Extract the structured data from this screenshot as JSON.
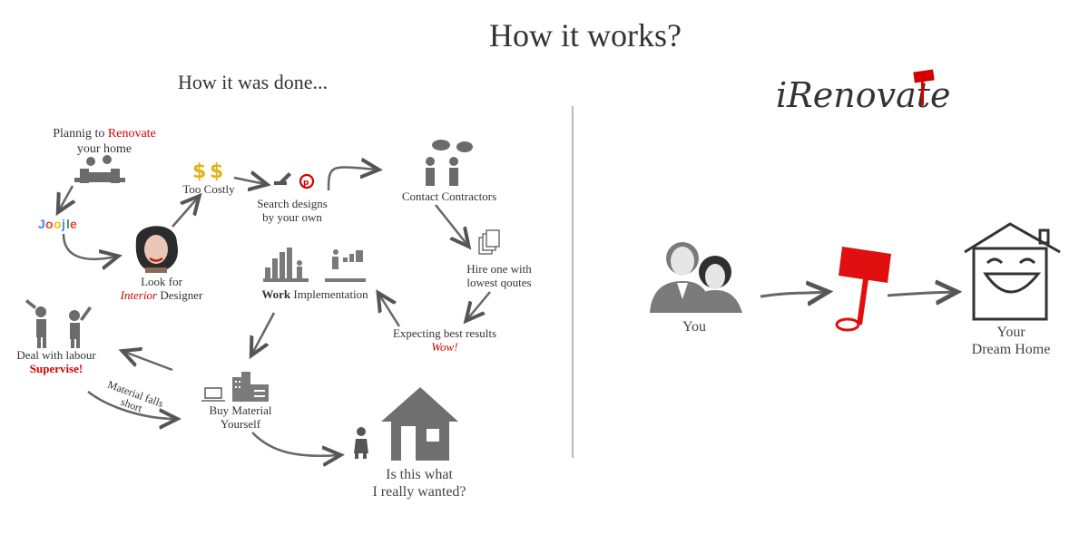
{
  "title": "How it works?",
  "left": {
    "subtitle": "How it was done...",
    "planning": {
      "line1_pre": "Plannig to ",
      "line1_red": "Renovate",
      "line2": "your home"
    },
    "search_engine": "Joojle",
    "too_costly": "Too Costly",
    "search_designs": {
      "line1": "Search designs",
      "line2": "by your own"
    },
    "contact_contractors": "Contact Contractors",
    "look_for": {
      "line1": "Look for",
      "line2_red": "Interior",
      "line2_post": " Designer"
    },
    "hire": {
      "line1": "Hire one with",
      "line2": "lowest qoutes"
    },
    "work": {
      "bold": "Work",
      "rest": " Implementation"
    },
    "expecting": {
      "line1": "Expecting best results",
      "line2_red": "Wow!"
    },
    "labour": {
      "line1": "Deal with labour",
      "line2_red": "Supervise!"
    },
    "material_short": {
      "line1": "Material falls",
      "line2": "short"
    },
    "buy_material": {
      "line1": "Buy Material",
      "line2": "Yourself"
    },
    "question": {
      "line1": "Is this what",
      "line2": "I really wanted?"
    }
  },
  "right": {
    "logo": "iRenovate",
    "you": "You",
    "dream_home": {
      "line1": "Your",
      "line2": "Dream Home"
    }
  },
  "colors": {
    "accent_red": "#d40000",
    "icon_gray": "#666666",
    "arrow_gray": "#555555"
  }
}
